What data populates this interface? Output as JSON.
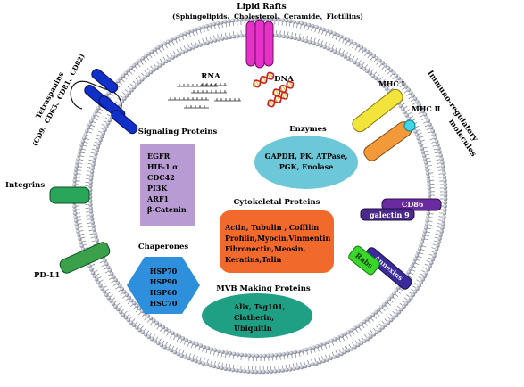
{
  "labels": {
    "lipid_rafts_title": "Lipid Rafts",
    "lipid_rafts_sub": "(Sphingolipids、Cholesterol、Ceramide、Flotillins)",
    "tetraspanins_title": "Tetraspanins",
    "tetraspanins_sub": "(CD9、CD63、CD81、CD82)",
    "rna": "RNA",
    "dna": "DNA",
    "mhc1": "MHC Ⅰ",
    "mhc2": "MHC Ⅱ",
    "immuno_line1": "Immuno-regulatory",
    "immuno_line2": "molecules",
    "integrins": "Integrins",
    "pdl1": "PD-L1",
    "cd86": "CD86",
    "galectin": "galectin 9",
    "annexins": "Annexins",
    "rabs": "Rabs"
  },
  "signaling": {
    "title": "Signaling Proteins",
    "items": [
      "EGFR",
      "HIF-1 α",
      "CDC42",
      "PI3K",
      "ARF1",
      "β-Catenin"
    ]
  },
  "enzymes": {
    "title": "Enzymes",
    "lines": [
      "GAPDH, PK, ATPase,",
      "PGK, Enolase"
    ]
  },
  "cytoskeletal": {
    "title": "Cytokeletal Proteins",
    "lines": [
      "Actin, Tubulin , Coffilin",
      "Profilin,Myocin,Vinmentin",
      "Fibronectin,Meosin,",
      "Keratins,Talin"
    ]
  },
  "chaperones": {
    "title": "Chaperones",
    "items": [
      "HSP70",
      "HSP90",
      "HSP60",
      "HSC70"
    ]
  },
  "mvb": {
    "title": "MVB Making Proteins",
    "lines": [
      "Alix, Tsg101,",
      "Clatherin,",
      "Ubiquitin"
    ]
  },
  "colors": {
    "membrane_lipid": "#8a8fa0",
    "signaling_fill": "#b89bd3",
    "enzymes_fill": "#6cc7d8",
    "cytoskeletal_fill": "#f26a2b",
    "chaperones_fill": "#2e8fdc",
    "mvb_fill": "#1fa085",
    "lipid_raft": "#e632c8",
    "tetraspanin": "#1030c8",
    "integrin": "#2aa65a",
    "pdl1": "#3aa04a",
    "mhc1": "#f2e43a",
    "mhc2": "#f29a3a",
    "mhc2_tip": "#3fd6e6",
    "cd86": "#6a2aa0",
    "galectin": "#4a2a8a",
    "annexins": "#3a2a9a",
    "rabs": "#3ad62a",
    "dna_strand": "#c8202a",
    "dna_rung": "#f0c020"
  }
}
